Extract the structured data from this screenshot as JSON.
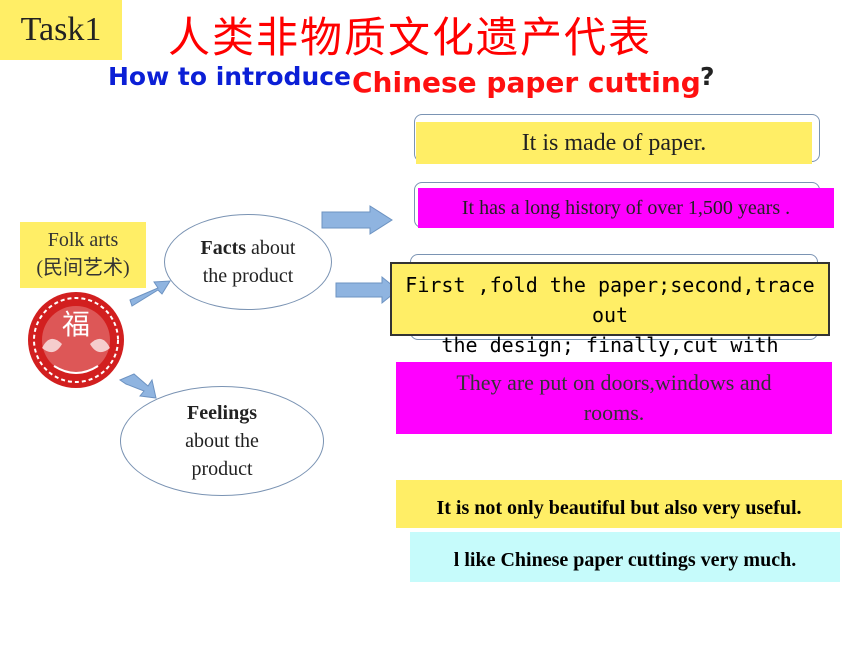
{
  "task_label": "Task1",
  "main_title": "人类非物质文化遗产代表",
  "subtitle": {
    "question_start": "How to introduce",
    "topic": "Chinese paper cutting",
    "question_mark": "?"
  },
  "folk_arts": {
    "line1": "Folk arts",
    "line2": "(民间艺术)"
  },
  "facts_node": {
    "bold": "Facts",
    "rest_line1": " about",
    "line2": "the product"
  },
  "feelings_node": {
    "bold": "Feelings",
    "line2": "about the",
    "line3": "product"
  },
  "facts": [
    "It is made of paper.",
    "It has a long history of over 1,500 years .",
    "First ,fold the paper;second,trace out",
    "the  design; finally,cut  with scissors.",
    "They are put on doors,windows and",
    "rooms."
  ],
  "feelings": [
    "It is not only beautiful but also very useful.",
    "l like Chinese paper cuttings very much."
  ],
  "paper_cut_character": "福",
  "colors": {
    "title_red": "#ff0000",
    "subtitle_blue": "#0b1fd6",
    "highlight_yellow": "#ffee66",
    "highlight_magenta": "#ff00ff",
    "highlight_cyan": "#c6fbfb",
    "arrow_blue": "#8fb4e0"
  }
}
